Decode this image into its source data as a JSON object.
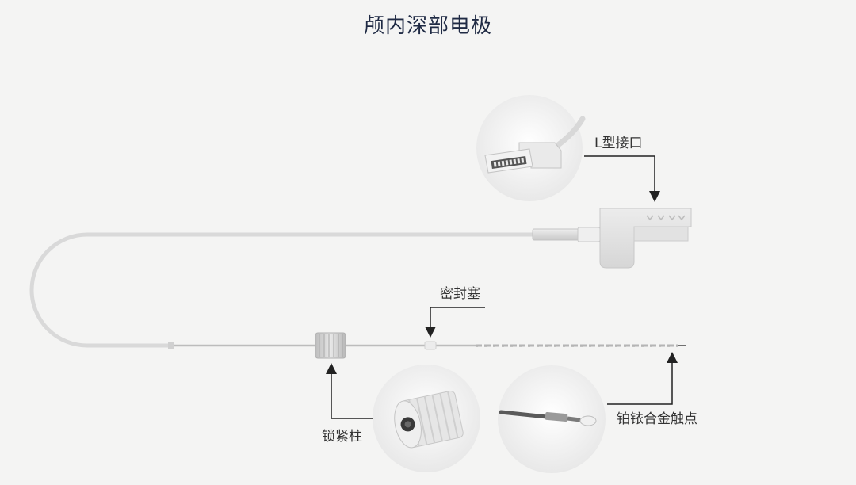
{
  "title": "颅内深部电极",
  "labels": {
    "connector": "L型接口",
    "seal_plug": "密封塞",
    "lock_post": "锁紧柱",
    "contacts": "铂铱合金触点"
  },
  "colors": {
    "background": "#f4f4f3",
    "title": "#1f2a44",
    "label": "#333333",
    "arrow": "#222222",
    "device": "#dcdcdc"
  }
}
